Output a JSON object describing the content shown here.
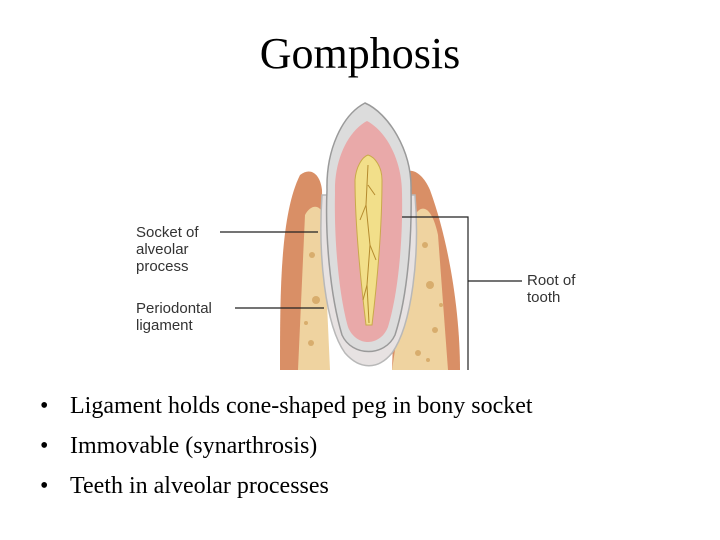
{
  "title": "Gomphosis",
  "diagram": {
    "labels": {
      "socket": "Socket of\nalveolar\nprocess",
      "periodontal": "Periodontal\nligament",
      "root": "Root of\ntooth"
    },
    "colors": {
      "gum": "#d98f66",
      "bone": "#efd3a0",
      "pulp": "#f2df8a",
      "dentin": "#e9a9a9",
      "enamel": "#dcdcdc"
    }
  },
  "bullets": [
    "Ligament holds cone-shaped peg in bony socket",
    "Immovable (synarthrosis)",
    "Teeth in alveolar processes"
  ]
}
